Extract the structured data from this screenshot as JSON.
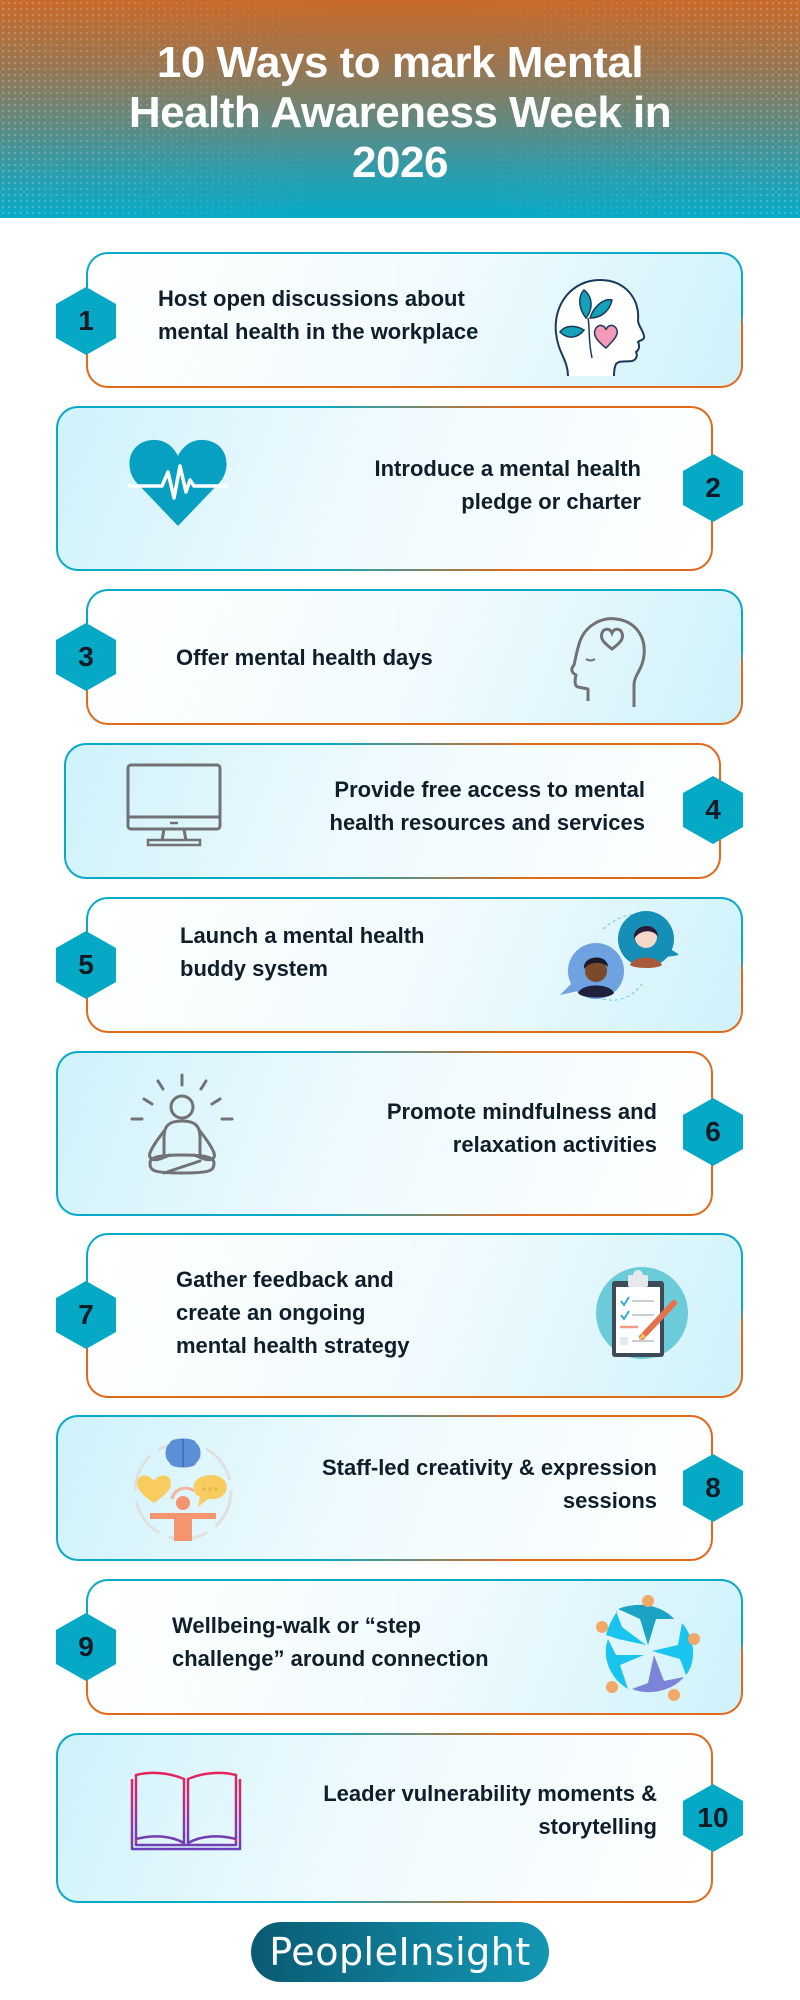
{
  "header": {
    "title_lines": [
      "10 Ways to mark Mental",
      "Health Awareness Week in",
      "2026"
    ],
    "colors": {
      "top": "#c96a2a",
      "bottom": "#07aac8"
    }
  },
  "items": [
    {
      "number": "1",
      "lines": [
        "Host open discussions about",
        "mental health in the workplace"
      ],
      "icon": "head-leaves-heart-icon",
      "badge_side": "left"
    },
    {
      "number": "2",
      "lines": [
        "Introduce a mental health",
        "pledge or charter"
      ],
      "icon": "heart-heartbeat-icon",
      "badge_side": "right"
    },
    {
      "number": "3",
      "lines": [
        "Offer mental health days"
      ],
      "icon": "head-heart-outline-icon",
      "badge_side": "left"
    },
    {
      "number": "4",
      "lines": [
        "Provide free access to mental",
        "health resources and services"
      ],
      "icon": "monitor-icon",
      "badge_side": "right"
    },
    {
      "number": "5",
      "lines": [
        "Launch a mental health",
        "buddy system"
      ],
      "icon": "buddy-chat-icon",
      "badge_side": "left"
    },
    {
      "number": "6",
      "lines": [
        "Promote mindfulness and",
        "relaxation activities"
      ],
      "icon": "meditation-icon",
      "badge_side": "right"
    },
    {
      "number": "7",
      "lines": [
        "Gather feedback and",
        "create an ongoing",
        "mental health strategy"
      ],
      "icon": "clipboard-checklist-icon",
      "badge_side": "left"
    },
    {
      "number": "8",
      "lines": [
        "Staff-led creativity & expression",
        "sessions"
      ],
      "icon": "creativity-expression-icon",
      "badge_side": "right"
    },
    {
      "number": "9",
      "lines": [
        "Wellbeing-walk or “step",
        "challenge” around connection"
      ],
      "icon": "people-circle-icon",
      "badge_side": "left"
    },
    {
      "number": "10",
      "lines": [
        "Leader vulnerability moments &",
        "storytelling"
      ],
      "icon": "open-book-icon",
      "badge_side": "right"
    }
  ],
  "footer": {
    "logo_text": "PeopleInsight"
  },
  "colors": {
    "teal": "#05a9c6",
    "orange": "#e06a1c",
    "text": "#0f1e2b",
    "icon_gray": "#6f6f73"
  }
}
